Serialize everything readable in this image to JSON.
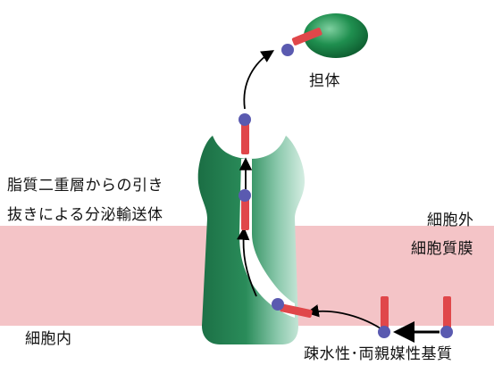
{
  "labels": {
    "carrier": "担体",
    "extraction_line1": "脂質二重層からの引き",
    "extraction_line2": "抜きによる分泌輸送体",
    "outside": "細胞外",
    "membrane": "細胞質膜",
    "inside": "細胞内",
    "substrate": "疎水性･両親媒性基質"
  },
  "colors": {
    "membrane_band": "#f4c4c7",
    "transporter_dark": "#1f7a4e",
    "transporter_light": "#bfe3d2",
    "carrier_green": "#1f8f4f",
    "molecule_head": "#5a5ab0",
    "molecule_tail": "#e0474a"
  }
}
